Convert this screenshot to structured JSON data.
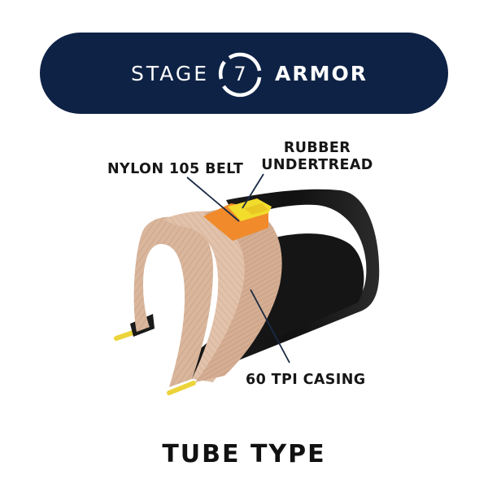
{
  "banner": {
    "word_left": "STAGE",
    "badge_number": "7",
    "word_right": "ARMOR",
    "background": "#0e2245"
  },
  "callouts": {
    "belt": "NYLON 105 BELT",
    "undertread_line1": "RUBBER",
    "undertread_line2": "UNDERTREAD",
    "casing": "60 TPI CASING"
  },
  "footer": {
    "title": "TUBE TYPE"
  },
  "colors": {
    "tread": "#151515",
    "belt": "#f08a2a",
    "undertread": "#f2dc2c",
    "casing": "#d8b49a",
    "bead_wire": "#ecd43a"
  }
}
